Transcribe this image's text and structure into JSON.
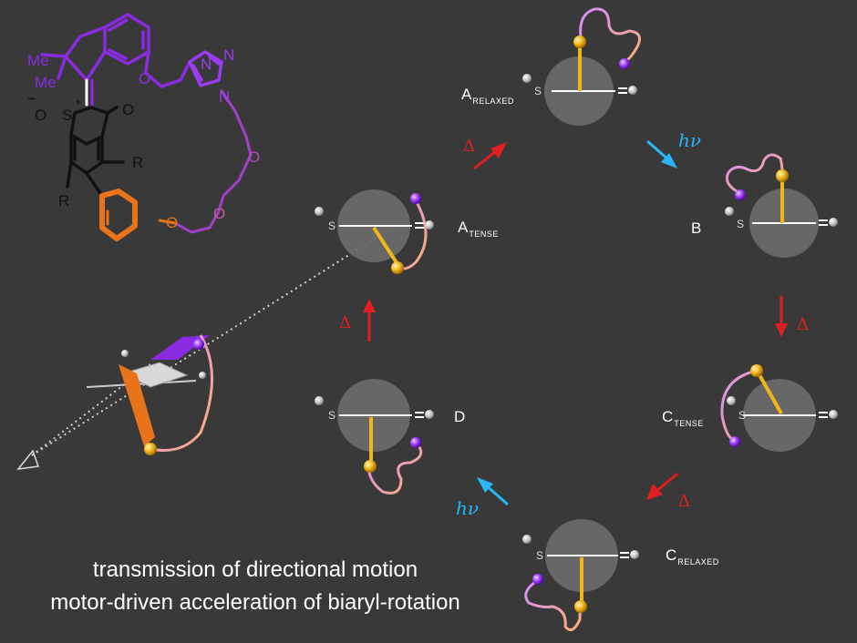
{
  "colors": {
    "background": "#393939",
    "motor_purple": "#8a2be2",
    "rotor_orange": "#e8731a",
    "thermal_red": "#e02020",
    "photo_blue": "#29b6f6",
    "disc_grey": "#6b6b6b"
  },
  "molecule": {
    "me_top": "Me",
    "me_bottom": "Me",
    "sulfoxide_charge_minus": "−",
    "sulfoxide_O": "O",
    "sulfoxide_S": "S",
    "sulfoxide_charge_plus": "+",
    "ketone_O": "O",
    "ether_O_upper": "O",
    "triazole_N1": "N",
    "triazole_N2": "N",
    "triazole_N3": "N",
    "chain_O1": "O",
    "chain_O2": "O",
    "chain_O3": "O",
    "R_upper": "R",
    "R_lower": "R"
  },
  "states": {
    "a_relaxed": {
      "main": "A",
      "sub": "RELAXED"
    },
    "a_tense": {
      "main": "A",
      "sub": "TENSE"
    },
    "b": {
      "main": "B",
      "sub": ""
    },
    "c_tense": {
      "main": "C",
      "sub": "TENSE"
    },
    "c_relaxed": {
      "main": "C",
      "sub": "RELAXED"
    },
    "d": {
      "main": "D",
      "sub": ""
    }
  },
  "newman_S_label": "S",
  "arrows": {
    "thermal": "Δ",
    "photo": "hν"
  },
  "captions": {
    "line1": "transmission of directional motion",
    "line2": "motor-driven acceleration of biaryl-rotation"
  }
}
